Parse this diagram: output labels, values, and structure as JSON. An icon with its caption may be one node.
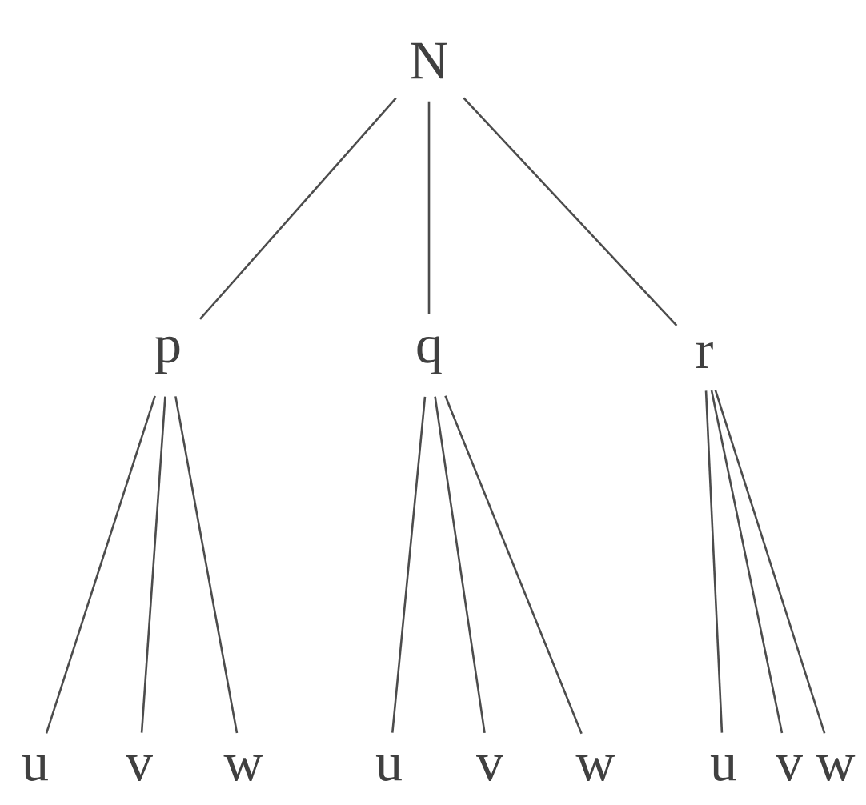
{
  "diagram": {
    "nodes": [
      {
        "text": [
          "N"
        ]
      },
      {
        "text": [
          "p"
        ]
      },
      {
        "text": [
          "q"
        ]
      },
      {
        "text": [
          "r"
        ]
      },
      {
        "text": [
          "u"
        ]
      },
      {
        "text": [
          "v"
        ]
      },
      {
        "text": [
          "w"
        ]
      },
      {
        "text": [
          "u"
        ]
      },
      {
        "text": [
          "v"
        ]
      },
      {
        "text": [
          "w"
        ]
      },
      {
        "text": [
          "u"
        ]
      },
      {
        "text": [
          "v"
        ]
      },
      {
        "text": [
          "w"
        ]
      }
    ],
    "edges": [
      {
        "from": 0,
        "to": 1,
        "arrow": "none"
      },
      {
        "from": 0,
        "to": 2,
        "arrow": "none"
      },
      {
        "from": 0,
        "to": 3,
        "arrow": "none"
      },
      {
        "from": 1,
        "to": 4,
        "arrow": "none"
      },
      {
        "from": 1,
        "to": 5,
        "arrow": "none"
      },
      {
        "from": 1,
        "to": 6,
        "arrow": "none"
      },
      {
        "from": 2,
        "to": 7,
        "arrow": "none"
      },
      {
        "from": 2,
        "to": 8,
        "arrow": "none"
      },
      {
        "from": 2,
        "to": 9,
        "arrow": "none"
      },
      {
        "from": 3,
        "to": 10,
        "arrow": "none"
      },
      {
        "from": 3,
        "to": 11,
        "arrow": "none"
      },
      {
        "from": 3,
        "to": 12,
        "arrow": "none"
      }
    ]
  }
}
